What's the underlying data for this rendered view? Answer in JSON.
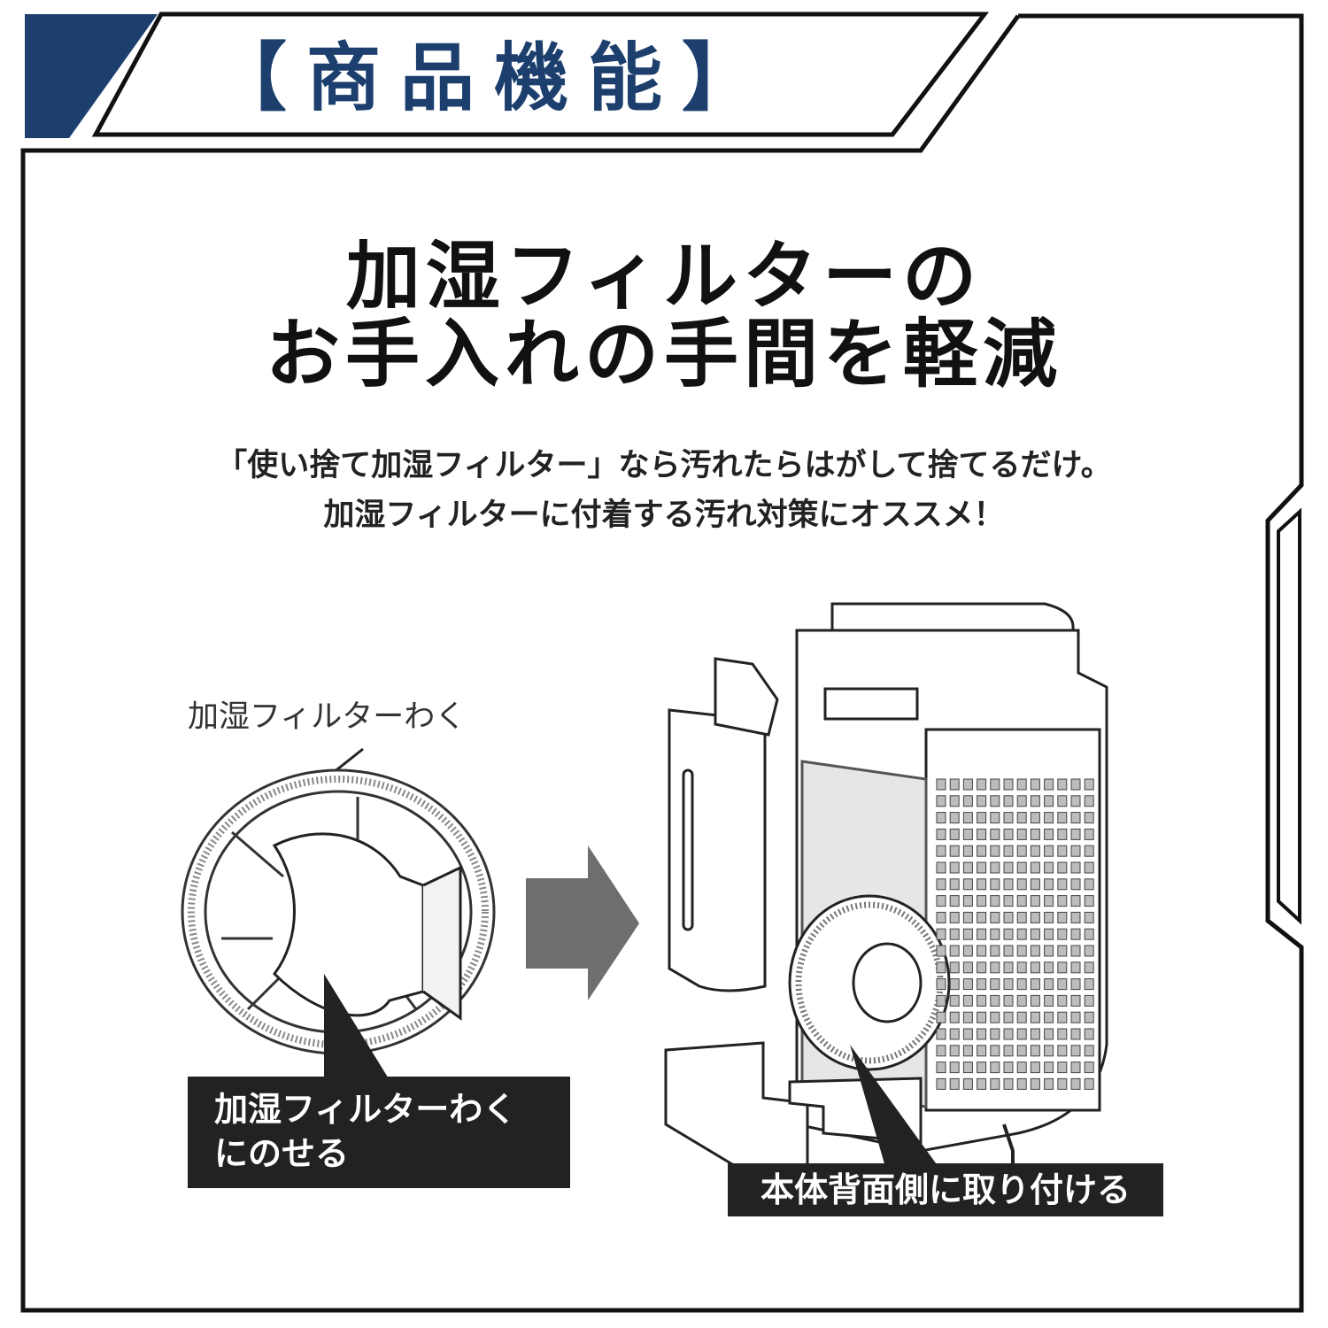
{
  "header": {
    "title": "【商品機能】",
    "accent_color": "#1c3f6e"
  },
  "headline": {
    "line1": "加湿フィルターの",
    "line2": "お手入れの手間を軽減"
  },
  "subtext": {
    "line1": "「使い捨て加湿フィルター」なら汚れたらはがして捨てるだけ。",
    "line2": "加湿フィルターに付着する汚れ対策にオススメ！"
  },
  "illustration": {
    "frame_label": "加湿フィルターわく",
    "step1_line1": "加湿フィルターわく",
    "step1_line2": "にのせる",
    "step2": "本体背面側に取り付ける",
    "arrow_icon": "arrow-right-icon"
  }
}
